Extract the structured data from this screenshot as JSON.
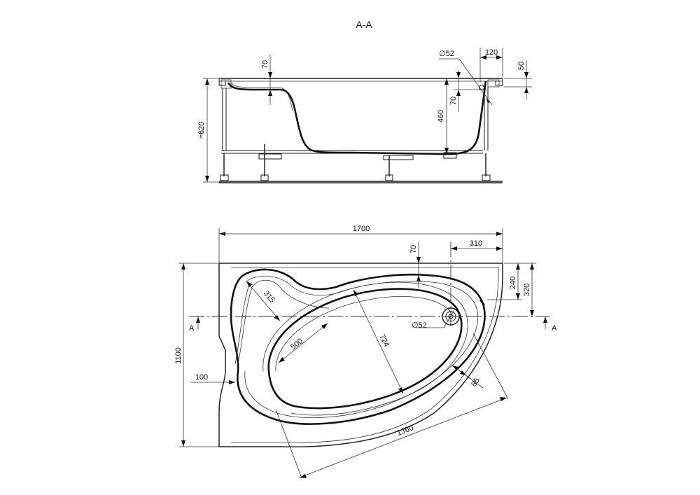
{
  "title": "A-A",
  "section": {
    "depth_label": "70",
    "height_label": "≈620",
    "depth_total_label": "460",
    "drain_diameter_label": "∅52",
    "rim_label": "120",
    "rim_height_label": "50",
    "drain_offset_label": "70"
  },
  "plan": {
    "length_label": "1700",
    "width_label": "1100",
    "edge_offset_label": "70",
    "drain_x_label": "310",
    "drain_y1_label": "240",
    "drain_y2_label": "320",
    "seat_label": "315",
    "inner_width_label": "500",
    "inner_length_label": "724",
    "drain_diameter_label": "∅52",
    "side_gap_label": "100",
    "rim_width_label": "85",
    "bottom_length_label": "1360",
    "section_mark_left": "A",
    "section_mark_right": "A"
  }
}
